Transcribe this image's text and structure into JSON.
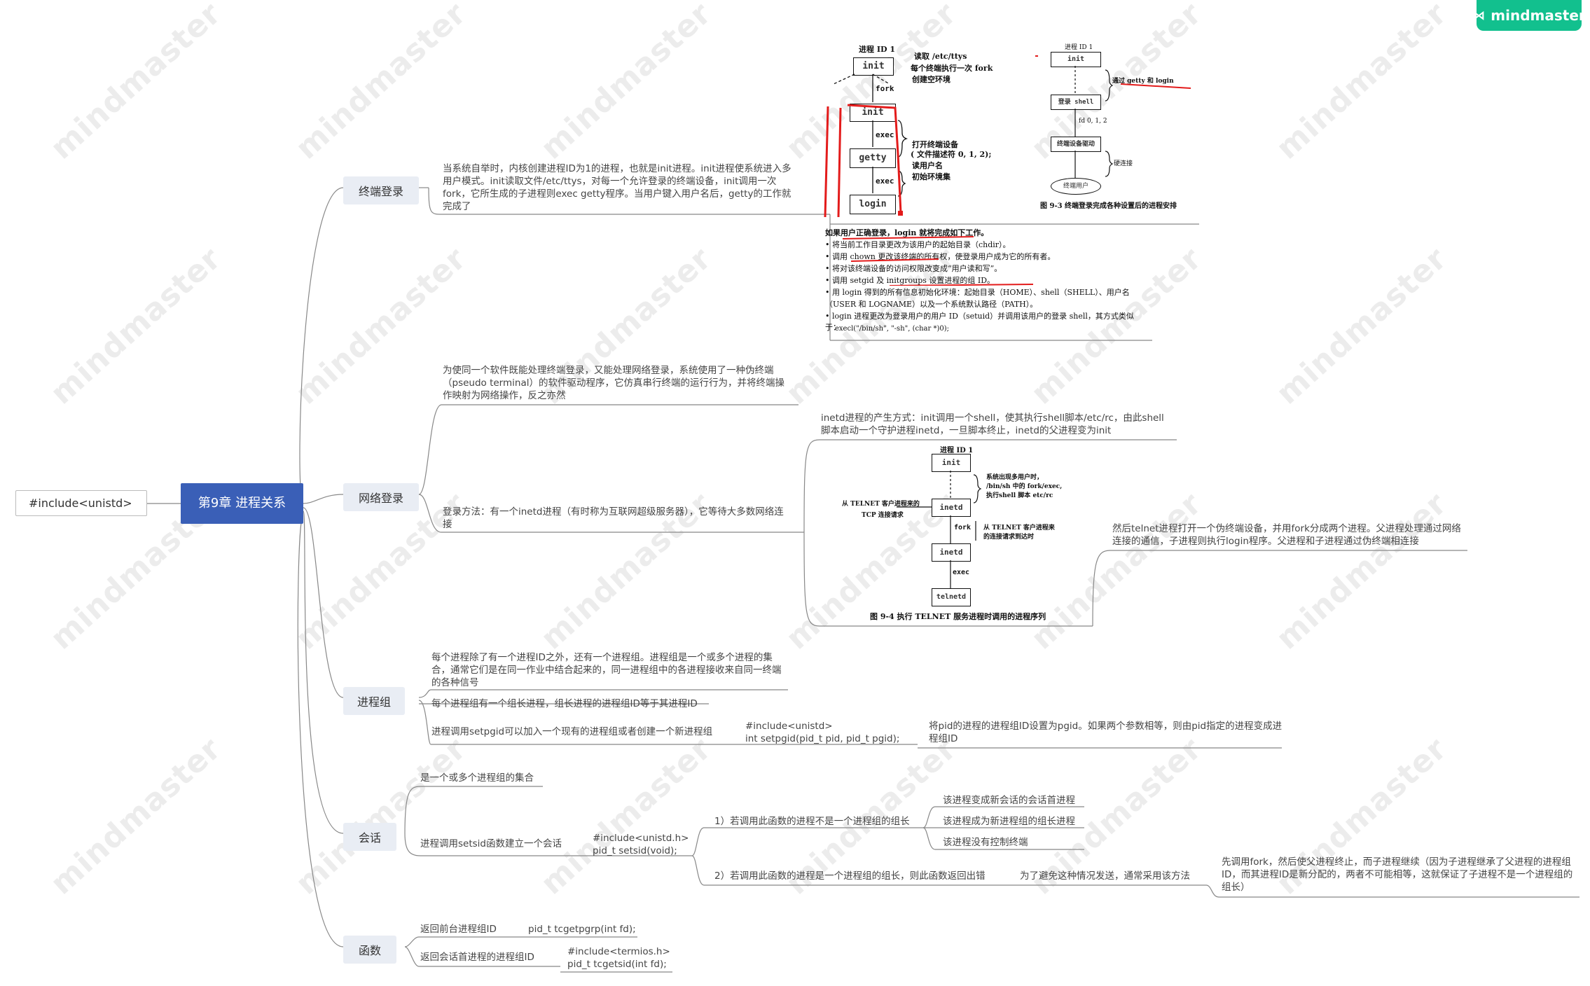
{
  "logo": {
    "icon": "mindmaster-logo-icon",
    "text": "mindmaster"
  },
  "watermark": "mindmaster",
  "root": {
    "label": "#include<unistd>"
  },
  "central": {
    "label": "第9章 进程关系"
  },
  "branches": {
    "terminal_login": "终端登录",
    "network_login": "网络登录",
    "process_group": "进程组",
    "session": "会话",
    "functions": "函数"
  },
  "terminal": {
    "text1": "当系统自举时，内核创建进程ID为1的进程，也就是init进程。init进程使系统进入多用户模式。init读取文件/etc/ttys，对每一个允许登录的终端设备，init调用一次fork，它所生成的子进程则exec getty程序。当用户键入用户名后，getty的工作就完成了",
    "fig1": {
      "pid_label": "进程 ID 1",
      "init": "init",
      "note1": "读取 /etc/ttys",
      "note2": "每个终端执行一次 fork",
      "note3": "创建空环境",
      "fork": "fork",
      "init2": "init",
      "exec1": "exec",
      "getty": "getty",
      "note4": "打开终端设备",
      "note5": "( 文件描述符 0, 1, 2);",
      "note6": "读用户名",
      "note7": "初始环境集",
      "exec2": "exec",
      "login": "login"
    },
    "fig2": {
      "pid_label": "进程 ID 1",
      "init": "init",
      "note_getty": "通过 getty 和 login",
      "shell": "登录 shell",
      "fd": "fd 0, 1, 2",
      "driver": "终端设备驱动",
      "hard": "硬连接",
      "user": "终端用户",
      "caption": "图 9-3   终端登录完成各种设置后的进程安排"
    },
    "login_steps": {
      "intro": "如果用户正确登录，login 就将完成如下工作。",
      "items": [
        "将当前工作目录更改为该用户的起始目录（chdir）。",
        "调用 chown 更改该终端的所有权，使登录用户成为它的所有者。",
        "将对该终端设备的访问权限改变成“用户读和写”。",
        "调用 setgid 及 initgroups 设置进程的组 ID。",
        "用 login 得到的所有信息初始化环境：起始目录（HOME）、shell（SHELL）、用户名（USER 和 LOGNAME）以及一个系统默认路径（PATH）。",
        "login 进程更改为登录用户的用户 ID（setuid）并调用该用户的登录 shell，其方式类似于："
      ],
      "code": "execl(\"/bin/sh\", \"-sh\", (char *)0);"
    }
  },
  "network": {
    "text1": "为使同一个软件既能处理终端登录，又能处理网络登录，系统使用了一种伪终端（pseudo terminal）的软件驱动程序，它仿真串行终端的运行行为，并将终端操作映射为网络操作，反之亦然",
    "text2": "登录方法：有一个inetd进程（有时称为互联网超级服务器），它等待大多数网络连接",
    "inetd_text": "inetd进程的产生方式：init调用一个shell，使其执行shell脚本/etc/rc，由此shell脚本启动一个守护进程inetd，一旦脚本终止，inetd的父进程变为init",
    "telnet_text": "然后telnet进程打开一个伪终端设备，并用fork分成两个进程。父进程处理通过网络连接的通信，子进程则执行login程序。父进程和子进程通过伪终端相连接",
    "fig": {
      "pid_label": "进程 ID 1",
      "init": "init",
      "note1": "系统出现多用户时，",
      "note2": "/bin/sh 中的 fork/exec,",
      "note3": "执行shell 脚本 etc/rc",
      "client1": "从 TELNET 客户进程来的",
      "client2": "TCP 连接请求",
      "inetd": "inetd",
      "fork": "fork",
      "note4": "从 TELNET 客户进程来",
      "note5": "的连接请求到达时",
      "inetd2": "inetd",
      "exec": "exec",
      "telnetd": "telnetd",
      "caption": "图 9-4   执行 TELNET 服务进程时调用的进程序列"
    }
  },
  "pgroup": {
    "text1": "每个进程除了有一个进程ID之外，还有一个进程组。进程组是一个或多个进程的集合，通常它们是在同一作业中结合起来的，同一进程组中的各进程接收来自同一终端的各种信号",
    "text2": "每个进程组有一个组长进程，组长进程的进程组ID等于其进程ID",
    "text3": "进程调用setpgid可以加入一个现有的进程组或者创建一个新进程组",
    "code1": "#include<unistd>",
    "code2": "int setpgid(pid_t pid, pid_t pgid);",
    "text4": "将pid的进程的进程组ID设置为pgid。如果两个参数相等，则由pid指定的进程变成进程组ID"
  },
  "session": {
    "text1": "是一个或多个进程组的集合",
    "text2": "进程调用setsid函数建立一个会话",
    "code1": "#include<unistd.h>",
    "code2": "pid_t setsid(void);",
    "case1": "1）若调用此函数的进程不是一个进程组的组长",
    "r1": "该进程变成新会话的会话首进程",
    "r2": "该进程成为新进程组的组长进程",
    "r3": "该进程没有控制终端",
    "case2": "2）若调用此函数的进程是一个进程组的组长，则此函数返回出错",
    "avoid": "为了避免这种情况发送，通常采用该方法",
    "method": "先调用fork，然后使父进程终止，而子进程继续（因为子进程继承了父进程的进程组ID，而其进程ID是新分配的，两者不可能相等，这就保证了子进程不是一个进程组的组长）"
  },
  "functions": {
    "f1_label": "返回前台进程组ID",
    "f1_code": "pid_t tcgetpgrp(int fd);",
    "f2_label": "返回会话首进程的进程组ID",
    "f2_code1": "#include<termios.h>",
    "f2_code2": "pid_t tcgetsid(int fd);"
  }
}
